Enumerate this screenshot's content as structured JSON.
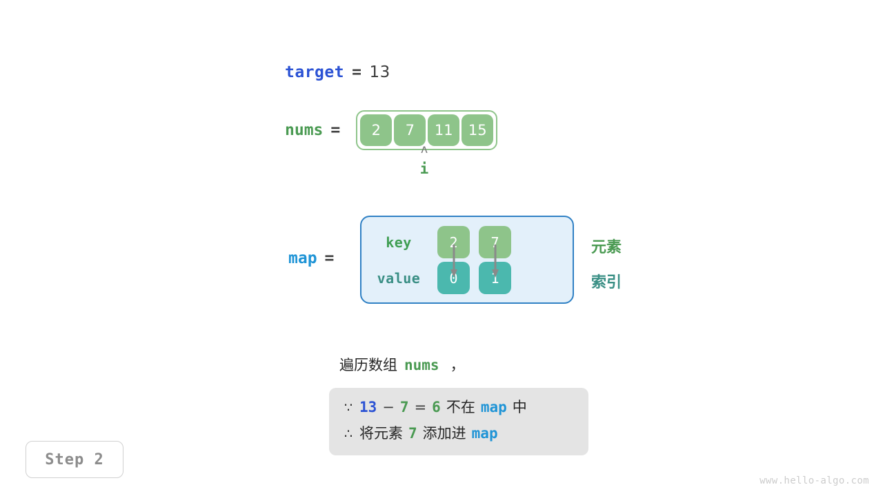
{
  "title": "Two Sum hash map walkthrough - Step 2",
  "colors": {
    "blue_dark": "#2b52d4",
    "blue": "#1f94d6",
    "green": "#4a9a52",
    "green_cell": "#8ec48a",
    "teal_cell": "#4bb8ae",
    "teal_text": "#3a8f85",
    "map_box_fill": "#e3f0fa",
    "map_box_border": "#2f80c4",
    "info_box_fill": "#e4e4e4",
    "arrow_gray": "#8a8a8a",
    "text_dark": "#3c3c3c",
    "watermark": "#cccccc"
  },
  "target": {
    "label": "target",
    "equals": "=",
    "value": "13"
  },
  "nums": {
    "label": "nums",
    "equals": "=",
    "cells": [
      "2",
      "7",
      "11",
      "15"
    ]
  },
  "pointer": {
    "caret": "ʌ",
    "name": "i",
    "index": 1
  },
  "map": {
    "label": "map",
    "equals": "=",
    "key_label": "key",
    "value_label": "value",
    "keys": [
      "2",
      "7"
    ],
    "values": [
      "0",
      "1"
    ],
    "legend_key": "元素",
    "legend_value": "索引"
  },
  "caption": {
    "prefix": "遍历数组",
    "mono": "nums",
    "suffix": "，"
  },
  "info": {
    "line1": {
      "symbol": "∵",
      "a": "13",
      "minus": "−",
      "b": "7",
      "eq": "=",
      "result": "6",
      "mid": "不在",
      "map": "map",
      "end": "中"
    },
    "line2": {
      "symbol": "∴",
      "pre": "将元素",
      "elem": "7",
      "mid": "添加进",
      "map": "map"
    }
  },
  "step": {
    "label": "Step 2"
  },
  "watermark": {
    "text": "www.hello-algo.com"
  }
}
